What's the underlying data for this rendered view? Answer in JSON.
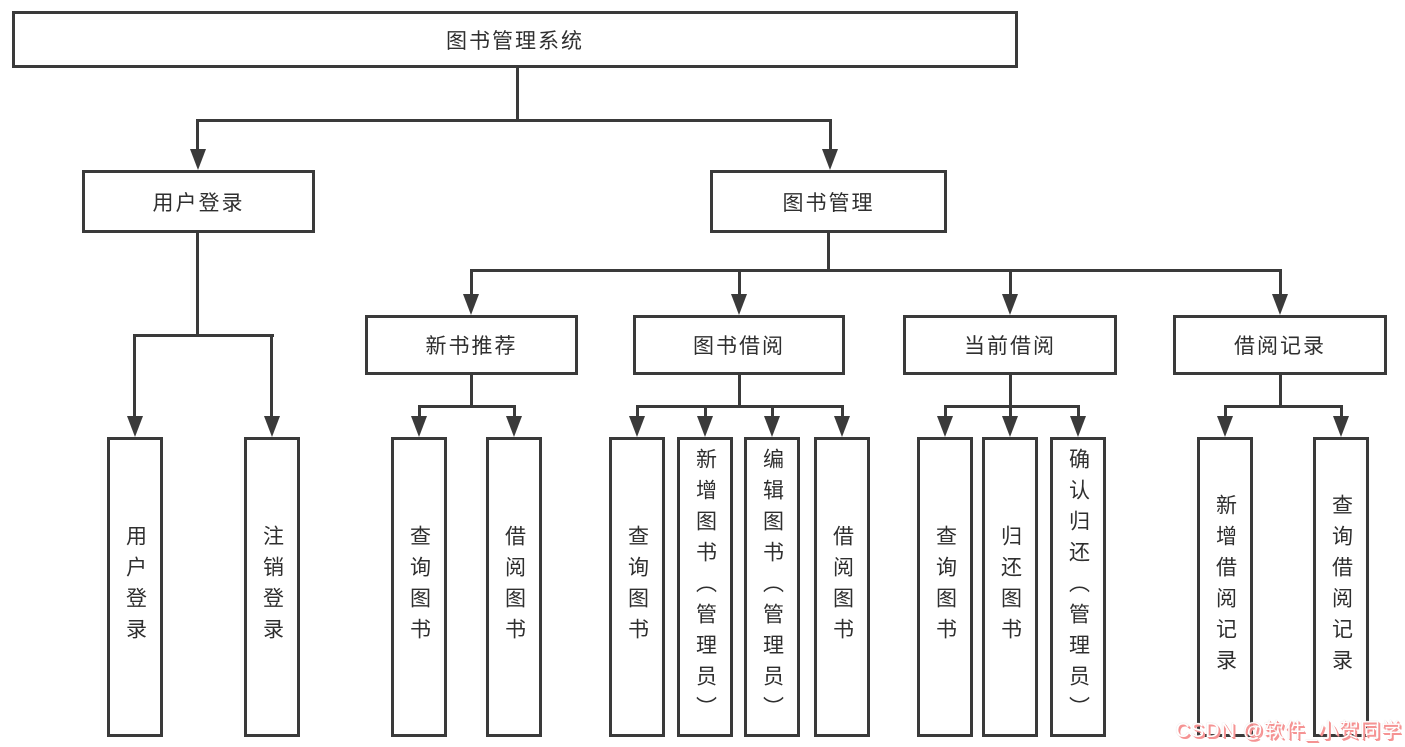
{
  "colors": {
    "line": "#3a3a3a",
    "box_border": "#3a3a3a",
    "text": "#2f2f2f",
    "background": "#ffffff",
    "watermark_pink": "#f59393",
    "watermark_white": "#ffffff"
  },
  "tree": {
    "label": "图书管理系统",
    "children": [
      {
        "label": "用户登录",
        "children": [
          {
            "label": "用户登录"
          },
          {
            "label": "注销登录"
          }
        ]
      },
      {
        "label": "图书管理",
        "children": [
          {
            "label": "新书推荐",
            "children": [
              {
                "label": "查询图书"
              },
              {
                "label": "借阅图书"
              }
            ]
          },
          {
            "label": "图书借阅",
            "children": [
              {
                "label": "查询图书"
              },
              {
                "label": "新增图书（管理员）"
              },
              {
                "label": "编辑图书（管理员）"
              },
              {
                "label": "借阅图书"
              }
            ]
          },
          {
            "label": "当前借阅",
            "children": [
              {
                "label": "查询图书"
              },
              {
                "label": "归还图书"
              },
              {
                "label": "确认归还（管理员）"
              }
            ]
          },
          {
            "label": "借阅记录",
            "children": [
              {
                "label": "新增借阅记录"
              },
              {
                "label": "查询借阅记录"
              }
            ]
          }
        ]
      }
    ]
  },
  "watermark": {
    "text": "CSDN @软件_小贺同学"
  }
}
